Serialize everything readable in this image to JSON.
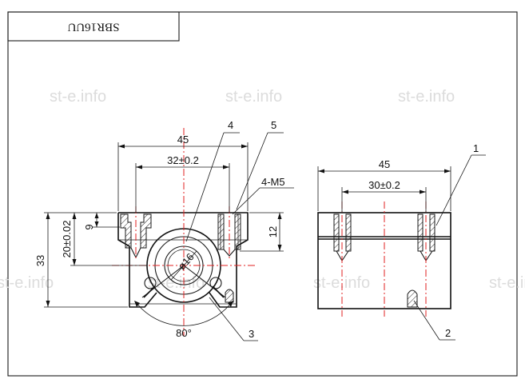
{
  "title_block": {
    "model": "SBR16UU"
  },
  "watermark": "st-e.info",
  "dimensions": {
    "front_width": "45",
    "front_hole_spacing": "32±0.2",
    "front_height": "33",
    "center_height": "20±0.02",
    "counterbore_depth": "9",
    "thread_depth": "12",
    "thread_spec": "4-M5",
    "bore_diameter": "ø16",
    "opening_angle": "80°",
    "side_width": "45",
    "side_hole_spacing": "30±0.2"
  },
  "callouts": {
    "block": "1",
    "seal_screw": "2",
    "bearing": "3",
    "housing": "4",
    "mount_hole": "5"
  },
  "colors": {
    "centerline": "#e02020",
    "line": "#1a1a1a",
    "watermark": "#dcdcdc"
  }
}
